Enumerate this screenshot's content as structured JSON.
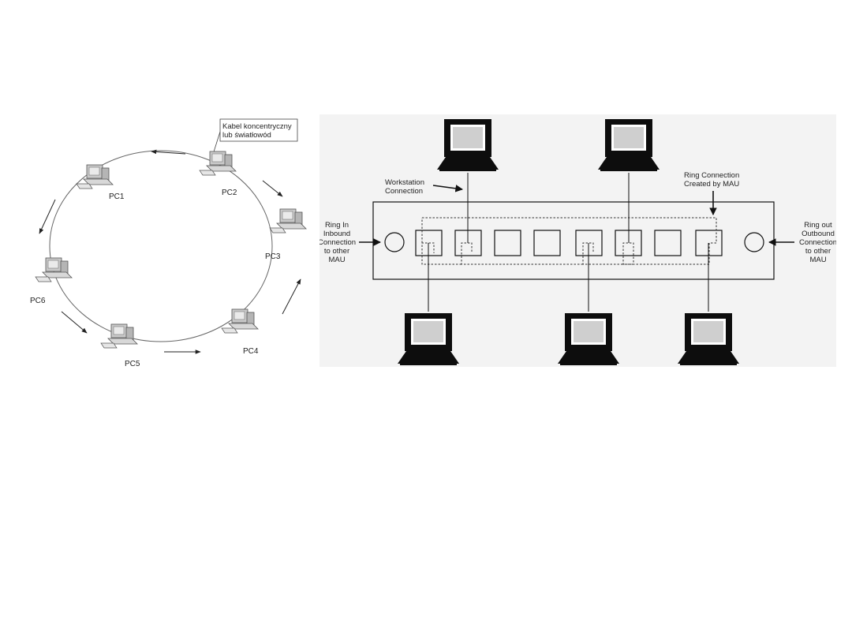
{
  "ring_diagram": {
    "callout_line1": "Kabel koncentryczny",
    "callout_line2": "lub światłowód",
    "nodes": [
      "PC1",
      "PC2",
      "PC3",
      "PC4",
      "PC5",
      "PC6"
    ]
  },
  "mau_diagram": {
    "workstation_label_line1": "Workstation",
    "workstation_label_line2": "Connection",
    "ring_connection_line1": "Ring Connection",
    "ring_connection_line2": "Created by MAU",
    "ring_in_lines": [
      "Ring In",
      "Inbound",
      "Connection",
      "to other",
      "MAU"
    ],
    "ring_out_lines": [
      "Ring out",
      "Outbound",
      "Connection",
      "to other",
      "MAU"
    ]
  }
}
